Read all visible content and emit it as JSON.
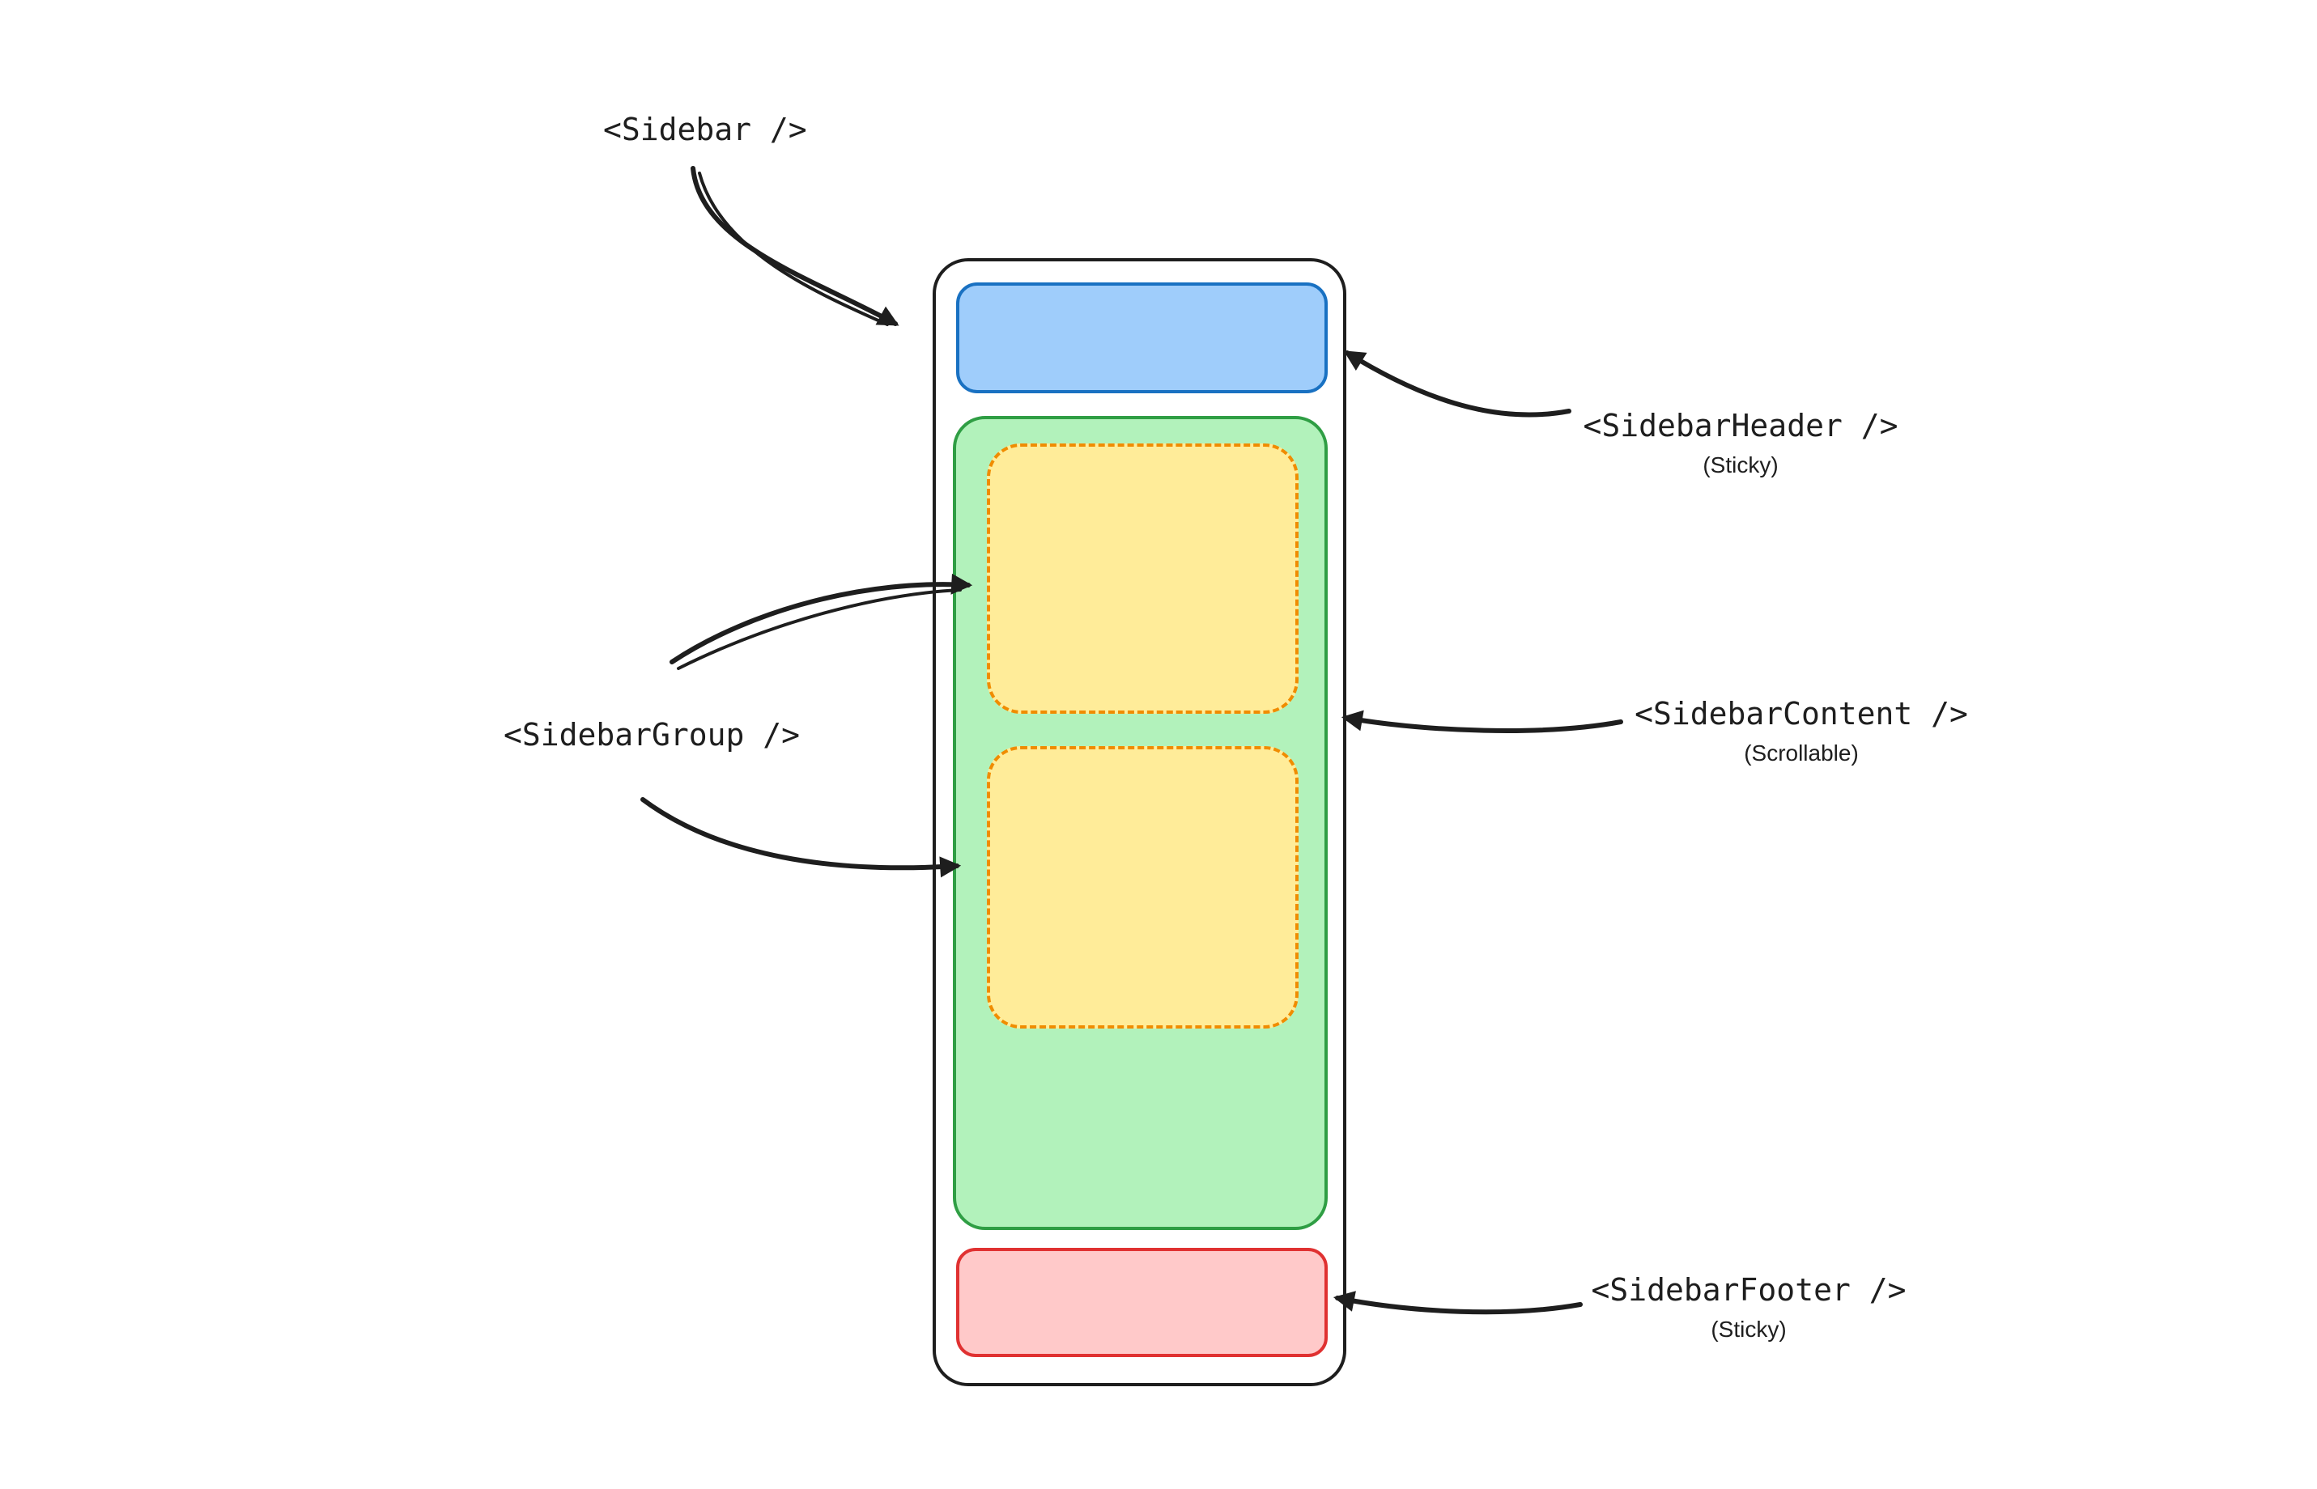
{
  "diagram": {
    "labels": {
      "sidebar": "<Sidebar />",
      "header": "<SidebarHeader />",
      "header_note": "(Sticky)",
      "content": "<SidebarContent />",
      "content_note": "(Scrollable)",
      "group": "<SidebarGroup />",
      "footer": "<SidebarFooter />",
      "footer_note": "(Sticky)"
    },
    "colors": {
      "outline": "#1e1e1e",
      "background": "#ffffff",
      "arrow": "#1e1e1e",
      "header_fill": "#9fcdfb",
      "header_stroke": "#1971c2",
      "content_fill": "#b2f2bb",
      "content_stroke": "#2f9e44",
      "group_fill": "#ffec99",
      "group_stroke": "#f08c00",
      "footer_fill": "#ffc9c9",
      "footer_stroke": "#e03131"
    }
  }
}
